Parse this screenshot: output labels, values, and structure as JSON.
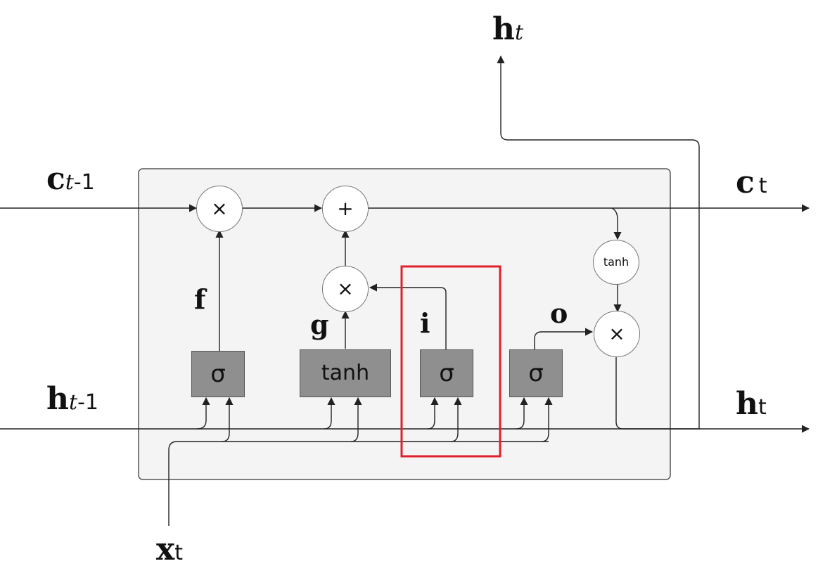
{
  "labels": {
    "c_prev": {
      "main": "c",
      "sub": "t",
      "sub2": "-1"
    },
    "h_prev": {
      "main": "h",
      "sub": "t",
      "sub2": "-1"
    },
    "c_next": {
      "main": "c",
      "sub": "t"
    },
    "h_next": {
      "main": "h",
      "sub": "t"
    },
    "h_top": {
      "main": "h",
      "sub": "t"
    },
    "x_in": {
      "main": "x",
      "sub": "t"
    }
  },
  "gate_letters": {
    "f": "f",
    "g": "g",
    "i": "i",
    "o": "o"
  },
  "ops": {
    "sigma": "σ",
    "tanh": "tanh",
    "multiply": "×",
    "add": "+"
  },
  "colors": {
    "gate_fill": "#8f8f8f",
    "highlight": "#e0202a",
    "line": "#222222"
  }
}
